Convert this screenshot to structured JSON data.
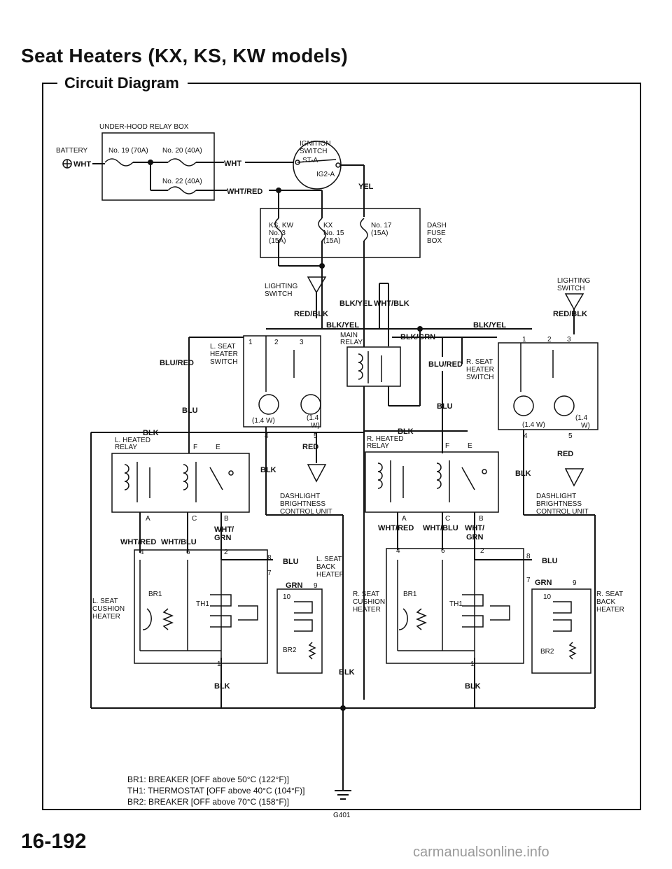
{
  "title": "Seat Heaters (KX, KS, KW models)",
  "subtitle": "Circuit Diagram",
  "page_number": "16-192",
  "watermark": "carmanualsonline.info",
  "labels": {
    "under_hood": "UNDER-HOOD RELAY BOX",
    "ignition1": "IGNITION",
    "ignition2": "SWITCH",
    "battery": "BATTERY",
    "fuse19": "No. 19 (70A)",
    "fuse20": "No. 20 (40A)",
    "fuse22": "No. 22 (40A)",
    "st_a": "ST-A",
    "ig2_a": "IG2-A",
    "fuse_kskw1": "KS, KW",
    "fuse_kskw2": "No. 3",
    "fuse_kskw3": "(15A)",
    "fuse_kx1": "KX",
    "fuse_kx2": "No. 15",
    "fuse_kx3": "(15A)",
    "fuse17a": "No. 17",
    "fuse17b": "(15A)",
    "dash1": "DASH",
    "dash2": "FUSE",
    "dash3": "BOX",
    "lighting1": "LIGHTING",
    "lighting2": "SWITCH",
    "main1": "MAIN",
    "main2": "RELAY",
    "lsh1": "L. SEAT",
    "lsh2": "HEATER",
    "lsh3": "SWITCH",
    "rsh1": "R. SEAT",
    "rsh2": "HEATER",
    "rsh3": "SWITCH",
    "lhr1": "L. HEATED",
    "lhr2": "RELAY",
    "rhr1": "R. HEATED",
    "rhr2": "RELAY",
    "dbc1": "DASHLIGHT",
    "dbc2": "BRIGHTNESS",
    "dbc3": "CONTROL UNIT",
    "lsc1": "L. SEAT",
    "lsc2": "CUSHION",
    "lsc3": "HEATER",
    "rsc1": "R. SEAT",
    "rsc2": "CUSHION",
    "rsc3": "HEATER",
    "lsb1": "L. SEAT",
    "lsb2": "BACK",
    "lsb3": "HEATER",
    "rsb1": "R. SEAT",
    "rsb2": "BACK",
    "rsb3": "HEATER",
    "w14": "(1.4 W)",
    "w14b": "(1.4",
    "w14c": "W)",
    "br1": "BR1",
    "th1": "TH1",
    "br2": "BR2",
    "g401": "G401",
    "pin_f": "F",
    "pin_e": "E",
    "pin_a": "A",
    "pin_b": "B",
    "pin_c": "C",
    "n1": "1",
    "n2": "2",
    "n3": "3",
    "n4": "4",
    "n5": "5",
    "n6": "6",
    "n7": "7",
    "n8": "8",
    "n9": "9",
    "n10": "10",
    "minus": "-"
  },
  "wires": {
    "wht": "WHT",
    "wht_red": "WHT/RED",
    "yel": "YEL",
    "blk_yel": "BLK/YEL",
    "wht_blk": "WHT/BLK",
    "red_blk": "RED/BLK",
    "blk_grn": "BLK/GRN",
    "blu_red": "BLU/RED",
    "blu": "BLU",
    "blk": "BLK",
    "red": "RED",
    "wht_blu": "WHT/BLU",
    "wht_slash": "WHT/",
    "grn": "GRN"
  },
  "legend": [
    "BR1: BREAKER [OFF above 50°C (122°F)]",
    "TH1: THERMOSTAT [OFF above 40°C (104°F)]",
    "BR2: BREAKER [OFF above 70°C (158°F)]"
  ]
}
